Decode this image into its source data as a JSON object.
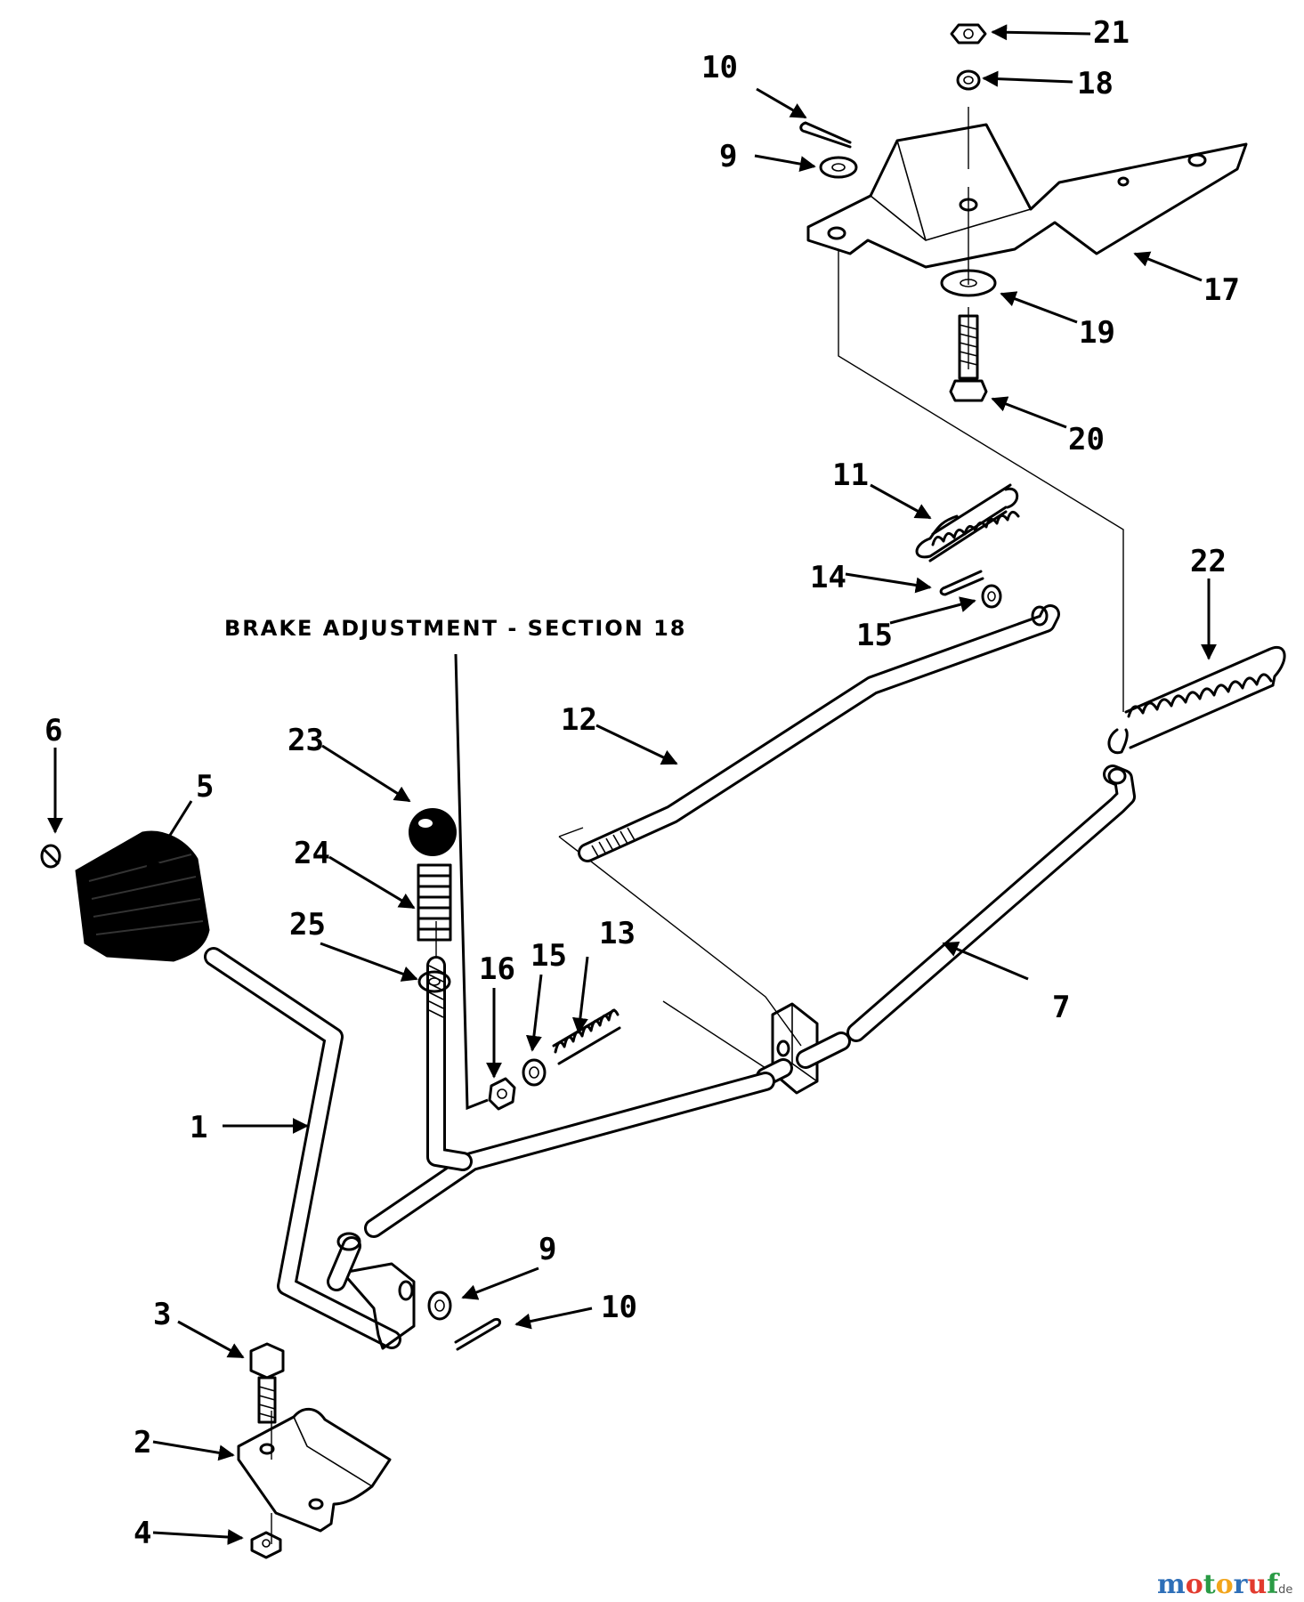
{
  "note": "BRAKE ADJUSTMENT - SECTION 18",
  "callouts": {
    "c1": "1",
    "c2": "2",
    "c3": "3",
    "c4": "4",
    "c5": "5",
    "c6": "6",
    "c7": "7",
    "c9a": "9",
    "c9b": "9",
    "c10a": "10",
    "c10b": "10",
    "c11": "11",
    "c12": "12",
    "c13": "13",
    "c14": "14",
    "c15a": "15",
    "c15b": "15",
    "c16": "16",
    "c17": "17",
    "c18": "18",
    "c19": "19",
    "c20": "20",
    "c21": "21",
    "c22": "22",
    "c23": "23",
    "c24": "24",
    "c25": "25"
  },
  "watermark": {
    "m": "m",
    "o1": "o",
    "t": "t",
    "o2": "o",
    "r": "r",
    "u": "u",
    "f": "f",
    "suffix": ".de"
  },
  "colors": {
    "ink": "#000000",
    "background": "#ffffff",
    "wm_m": "#2e6fb8",
    "wm_o1": "#e23b2f",
    "wm_t": "#2a9b45",
    "wm_o2": "#f2a51c",
    "wm_r": "#2e6fb8",
    "wm_u": "#e23b2f",
    "wm_f": "#2a9b45"
  }
}
